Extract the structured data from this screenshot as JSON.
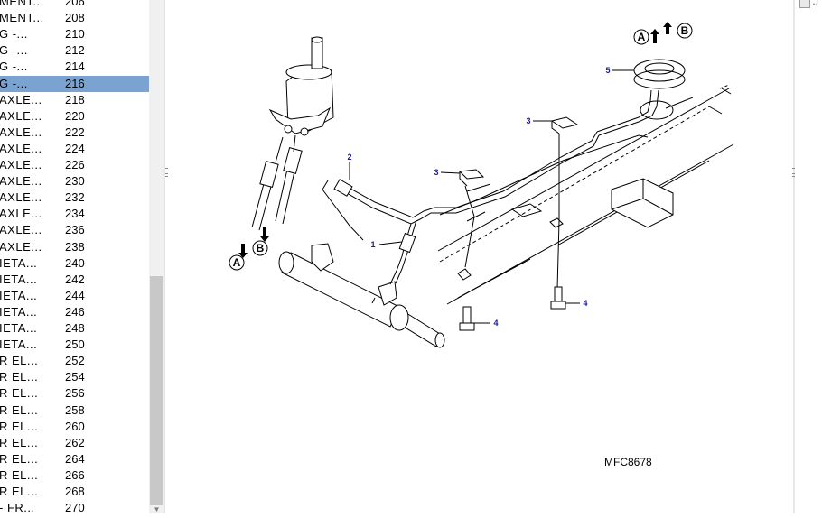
{
  "toc": {
    "rows": [
      {
        "label": "MENT...",
        "page": "206"
      },
      {
        "label": "MENT...",
        "page": "208"
      },
      {
        "label": "G -...",
        "page": "210"
      },
      {
        "label": "G -...",
        "page": "212"
      },
      {
        "label": "G -...",
        "page": "214"
      },
      {
        "label": "G -...",
        "page": "216"
      },
      {
        "label": "AXLE...",
        "page": "218"
      },
      {
        "label": "AXLE...",
        "page": "220"
      },
      {
        "label": "AXLE...",
        "page": "222"
      },
      {
        "label": "AXLE...",
        "page": "224"
      },
      {
        "label": "AXLE...",
        "page": "226"
      },
      {
        "label": "AXLE...",
        "page": "230"
      },
      {
        "label": "AXLE...",
        "page": "232"
      },
      {
        "label": "AXLE...",
        "page": "234"
      },
      {
        "label": "AXLE...",
        "page": "236"
      },
      {
        "label": "AXLE...",
        "page": "238"
      },
      {
        "label": "IETA...",
        "page": "240"
      },
      {
        "label": "IETA...",
        "page": "242"
      },
      {
        "label": "IETA...",
        "page": "244"
      },
      {
        "label": "IETA...",
        "page": "246"
      },
      {
        "label": "IETA...",
        "page": "248"
      },
      {
        "label": "IETA...",
        "page": "250"
      },
      {
        "label": "R EL...",
        "page": "252"
      },
      {
        "label": "R EL...",
        "page": "254"
      },
      {
        "label": "R EL...",
        "page": "256"
      },
      {
        "label": "R EL...",
        "page": "258"
      },
      {
        "label": "R EL...",
        "page": "260"
      },
      {
        "label": "R EL...",
        "page": "262"
      },
      {
        "label": "R EL...",
        "page": "264"
      },
      {
        "label": "R EL...",
        "page": "266"
      },
      {
        "label": "R EL...",
        "page": "268"
      },
      {
        "label": "- FR...",
        "page": "270"
      }
    ],
    "selected_index": 5,
    "selected_color": "#7ba3d1"
  },
  "diagram": {
    "reference": "MFC8678",
    "callouts": [
      "1",
      "2",
      "3",
      "3",
      "4",
      "4",
      "5"
    ],
    "markers": [
      "A",
      "B",
      "A",
      "B"
    ]
  },
  "right_pane": {
    "tool_text": "J"
  }
}
